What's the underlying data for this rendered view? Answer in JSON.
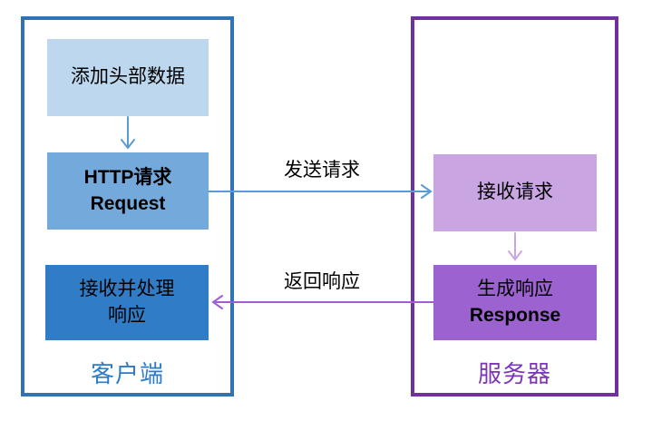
{
  "client": {
    "label": "客户端",
    "box1": "添加头部数据",
    "box2_line1": "HTTP请求",
    "box2_line2": "Request",
    "box3_line1": "接收并处理",
    "box3_line2": "响应"
  },
  "server": {
    "label": "服务器",
    "box1": "接收请求",
    "box2_line1": "生成响应",
    "box2_line2": "Response"
  },
  "arrows": {
    "send_label": "发送请求",
    "return_label": "返回响应"
  },
  "colors": {
    "client_border": "#2E74B5",
    "client_box1_fill": "#BDD7EE",
    "client_box2_fill": "#74A9DB",
    "client_box3_fill": "#307CC6",
    "client_label_text": "#2E7BC6",
    "server_border": "#7030A0",
    "server_box1_fill": "#C9A5E1",
    "server_box2_fill": "#9B62D0",
    "server_label_text": "#7C35B5",
    "arrow_blue": "#5B9BD5",
    "arrow_purple": "#A05DD8",
    "arrow_light_purple": "#C9A5E1"
  }
}
